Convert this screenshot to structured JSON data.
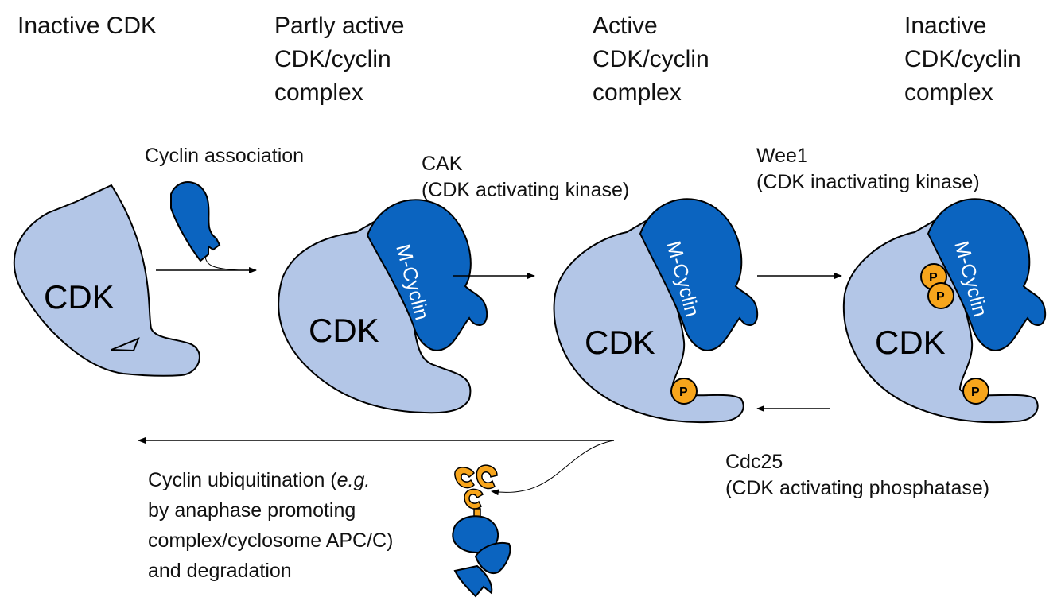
{
  "stages": {
    "inactive_cdk": "Inactive CDK",
    "partly_active": [
      "Partly active",
      "CDK/cyclin",
      "complex"
    ],
    "active": [
      "Active",
      "CDK/cyclin",
      "complex"
    ],
    "inactive_complex": [
      "Inactive",
      "CDK/cyclin",
      "complex"
    ]
  },
  "steps": {
    "cyclin_association": "Cyclin association",
    "cak": [
      "CAK",
      "(CDK activating kinase)"
    ],
    "wee1": [
      "Wee1",
      "(CDK inactivating kinase)"
    ],
    "cdc25": [
      "Cdc25",
      "(CDK activating phosphatase)"
    ],
    "ubiquitination": {
      "line1_prefix": "Cyclin ubiquitination (",
      "line1_italic": "e.g.",
      "line2": "by anaphase promoting",
      "line3": "complex/cyclosome APC/C)",
      "line4": "and degradation"
    }
  },
  "molecules": {
    "cdk": "CDK",
    "cyclin": "M-Cyclin",
    "phosphate": "P"
  },
  "colors": {
    "cdk_fill": "#b3c6e7",
    "cyclin_fill": "#0b64c0",
    "phosphate_fill": "#f7a51c",
    "ubiquitin_fill": "#f7a51c",
    "outline": "#000000"
  }
}
